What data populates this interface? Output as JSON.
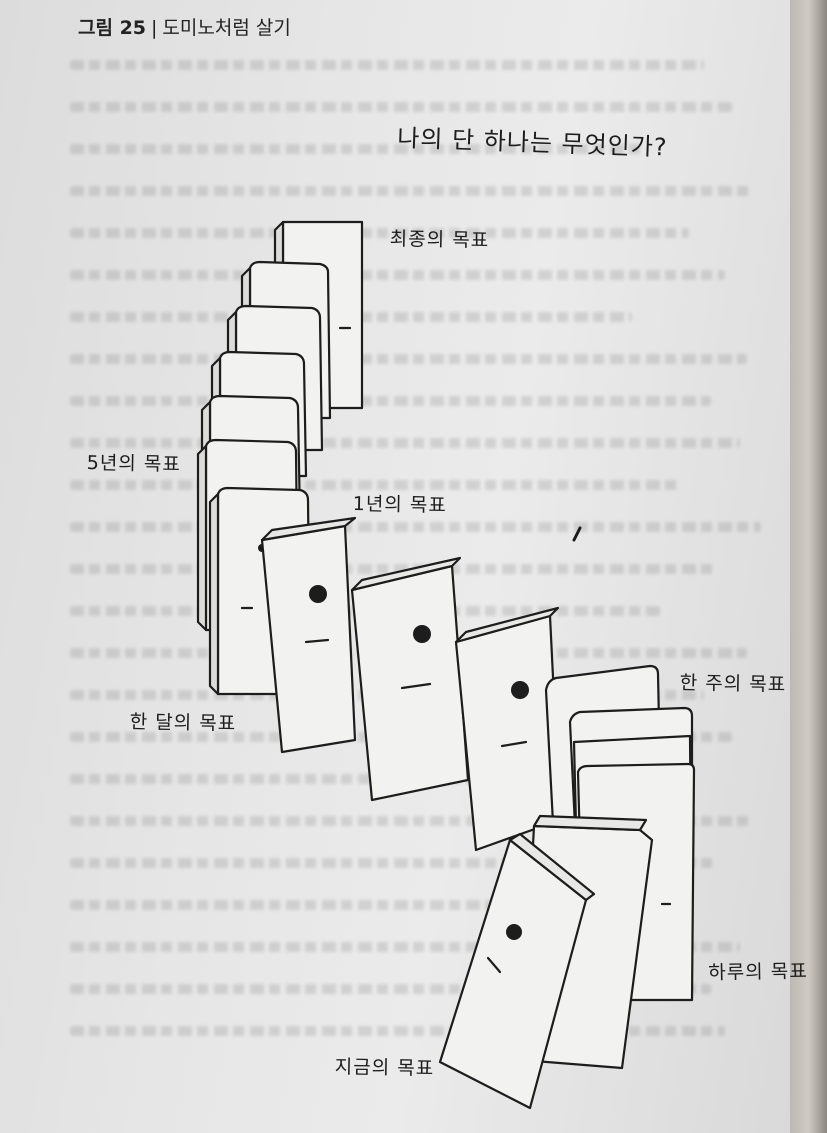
{
  "header": {
    "figure_number": "그림 25",
    "separator": "|",
    "title": "도미노처럼 살기"
  },
  "illustration": {
    "question": "나의 단 하나는 무엇인가?",
    "labels": {
      "final_goal": "최종의 목표",
      "five_year_goal": "5년의 목표",
      "one_year_goal": "1년의 목표",
      "one_month_goal": "한 달의 목표",
      "one_week_goal": "한 주의 목표",
      "daily_goal": "하루의 목표",
      "current_goal": "지금의 목표"
    }
  },
  "colors": {
    "paper": "#e6e6e6",
    "ink": "#1d1d1d",
    "domino_face": "#f2f2f0",
    "book_edge": "#2b2b2b"
  }
}
